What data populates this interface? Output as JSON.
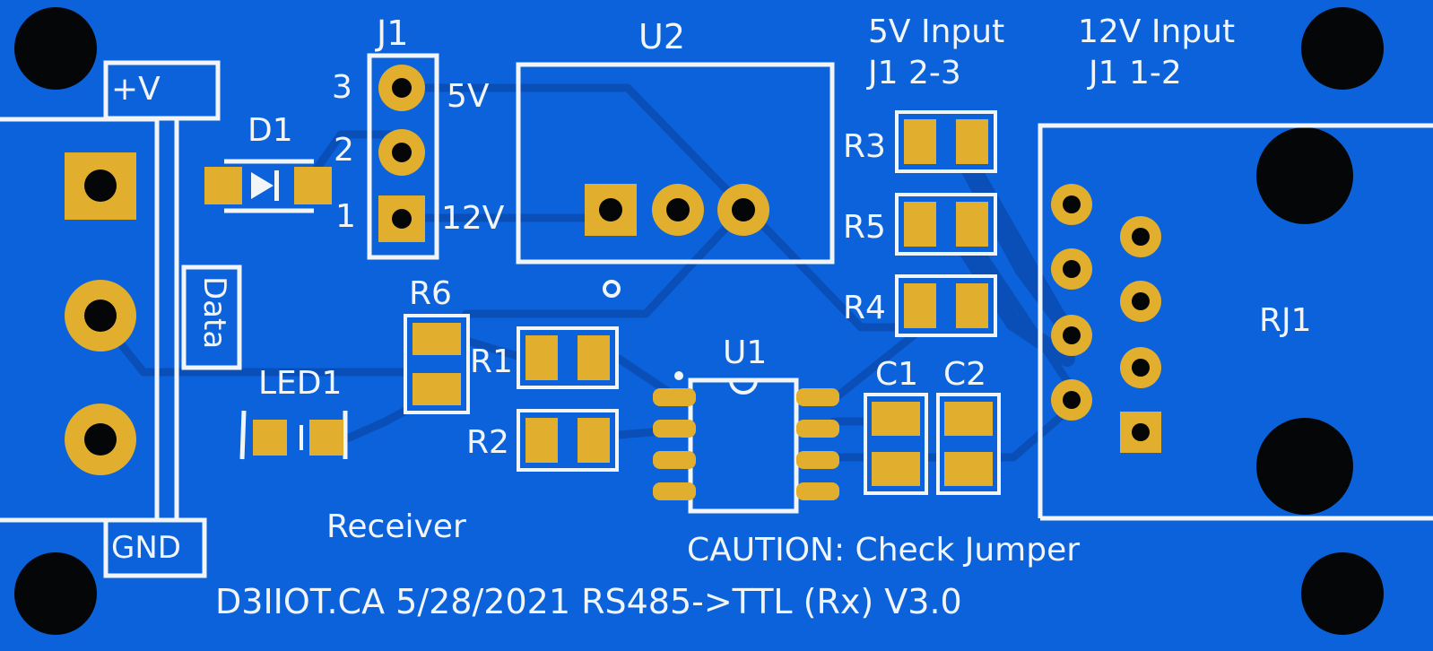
{
  "board": {
    "colors": {
      "substrate": "#0b62da",
      "trace": "#0a4fb8",
      "copper": "#e1ae2e",
      "silkscreen": "#f2f5f8",
      "hole": "#050608"
    },
    "labels": {
      "j1": "J1",
      "j1_pin3": "3",
      "j1_pin2": "2",
      "j1_pin1": "1",
      "net_5v": "5V",
      "net_12v": "12V",
      "u2": "U2",
      "d1": "D1",
      "plus_v": "+V",
      "gnd": "GND",
      "data": "Data",
      "r6": "R6",
      "r1": "R1",
      "r2": "R2",
      "r3": "R3",
      "r4": "R4",
      "r5": "R5",
      "led1": "LED1",
      "u1": "U1",
      "c1": "C1",
      "c2": "C2",
      "rj1": "RJ1",
      "input_5v_title": "5V Input",
      "input_5v_jumper": "J1 2-3",
      "input_12v_title": "12V Input",
      "input_12v_jumper": "J1 1-2",
      "receiver": "Receiver",
      "caution": "CAUTION: Check Jumper",
      "footer": "D3IIOT.CA 5/28/2021 RS485->TTL (Rx) V3.0"
    }
  }
}
